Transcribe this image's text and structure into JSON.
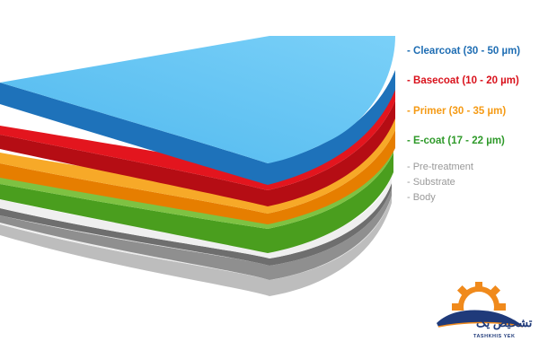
{
  "layers": {
    "clearcoat": {
      "label": "- Clearcoat (30 - 50 µm)",
      "color": "#1e6db3"
    },
    "basecoat": {
      "label": "- Basecoat (10 - 20 µm)",
      "color": "#d9121c"
    },
    "primer": {
      "label": "- Primer (30 - 35 µm)",
      "color": "#f59a14"
    },
    "ecoat": {
      "label": "- E-coat (17 - 22 µm)",
      "color": "#2f9a2a"
    },
    "pretreatment": {
      "label": "- Pre-treatment",
      "color": "#999999"
    },
    "substrate": {
      "label": "- Substrate",
      "color": "#999999"
    },
    "body": {
      "label": "- Body",
      "color": "#999999"
    }
  },
  "logo": {
    "text_fa": "تشخیص یک",
    "text_en": "TASHKHIS YEK"
  }
}
